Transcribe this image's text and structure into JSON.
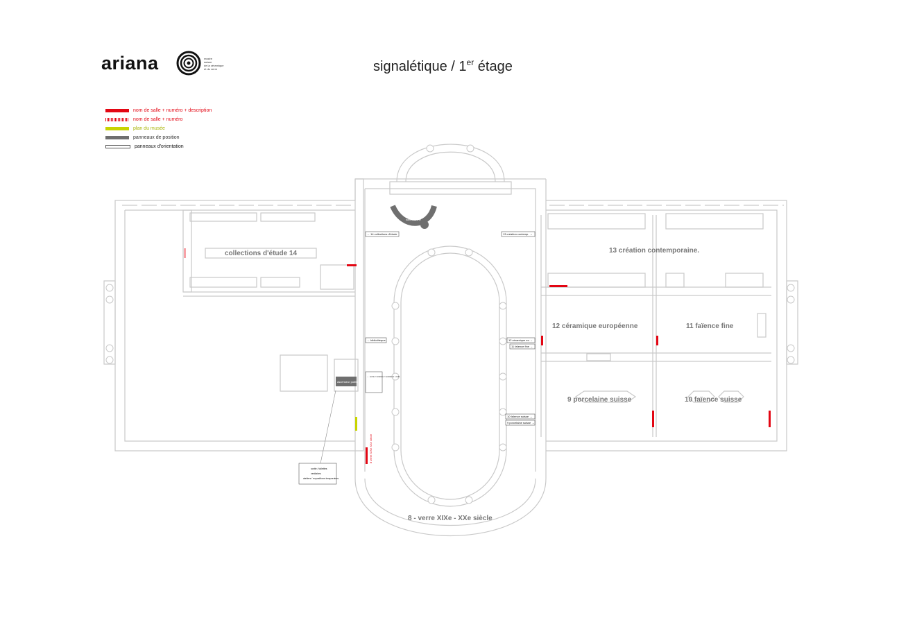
{
  "header": {
    "logo_word": "ariana",
    "logo_sub": [
      "musée",
      "suisse",
      "de la céramique",
      "et du verre"
    ],
    "title_main": "signalétique / 1",
    "title_sup": "er",
    "title_end": " étage"
  },
  "legend": [
    {
      "label": "nom de salle + numéro + description",
      "color": "#e30613",
      "style": "solid",
      "text_color": "#e30613"
    },
    {
      "label": "nom de salle + numéro",
      "color": "#e30613",
      "style": "hatched",
      "text_color": "#e30613"
    },
    {
      "label": "plan du musée",
      "color": "#c8d400",
      "style": "solid",
      "text_color": "#a8b400"
    },
    {
      "label": "panneaux de position",
      "color": "#6f6f6f",
      "style": "solid",
      "text_color": "#333333"
    },
    {
      "label": "panneaux d'orientation",
      "color": "#ffffff",
      "style": "outline",
      "text_color": "#111111"
    }
  ],
  "rooms": {
    "r14": "collections d'étude 14",
    "r13": "13 création contemporaine.",
    "r12": "12 céramique européenne",
    "r11": "11 faïence fine",
    "r9": "9 porcelaine suisse",
    "r10": "10 faïence suisse",
    "r8": "8 - verre XIXe - XXe siècle"
  },
  "signs": {
    "s_etude": "← 14 collections d'étude",
    "s_creation": "13 création contemp. →",
    "s_biblio": "← bibliothèque",
    "s_ceramique": "12 céramique eu →",
    "s_faience_fine": "11 faïence fine →",
    "s_ascenseur": "ascenseur public",
    "s_faience_suisse": "10 faïence suisse →",
    "s_porcelaine": "9 porcelaine suisse →",
    "s_salon": "salon du thé",
    "s_sortie": "← sortie / toilettes / vestiaires / café",
    "s_info_1": "sortie / toilettes",
    "s_info_2": "vestiaires",
    "s_info_3": "ateliers / expositions temporaires",
    "s_verre": "8 verre XIXe XXe siècle"
  },
  "colors": {
    "wall": "#c9c9c9",
    "red": "#e30613",
    "yellow": "#c8d400",
    "grey_sign": "#6f6f6f"
  }
}
